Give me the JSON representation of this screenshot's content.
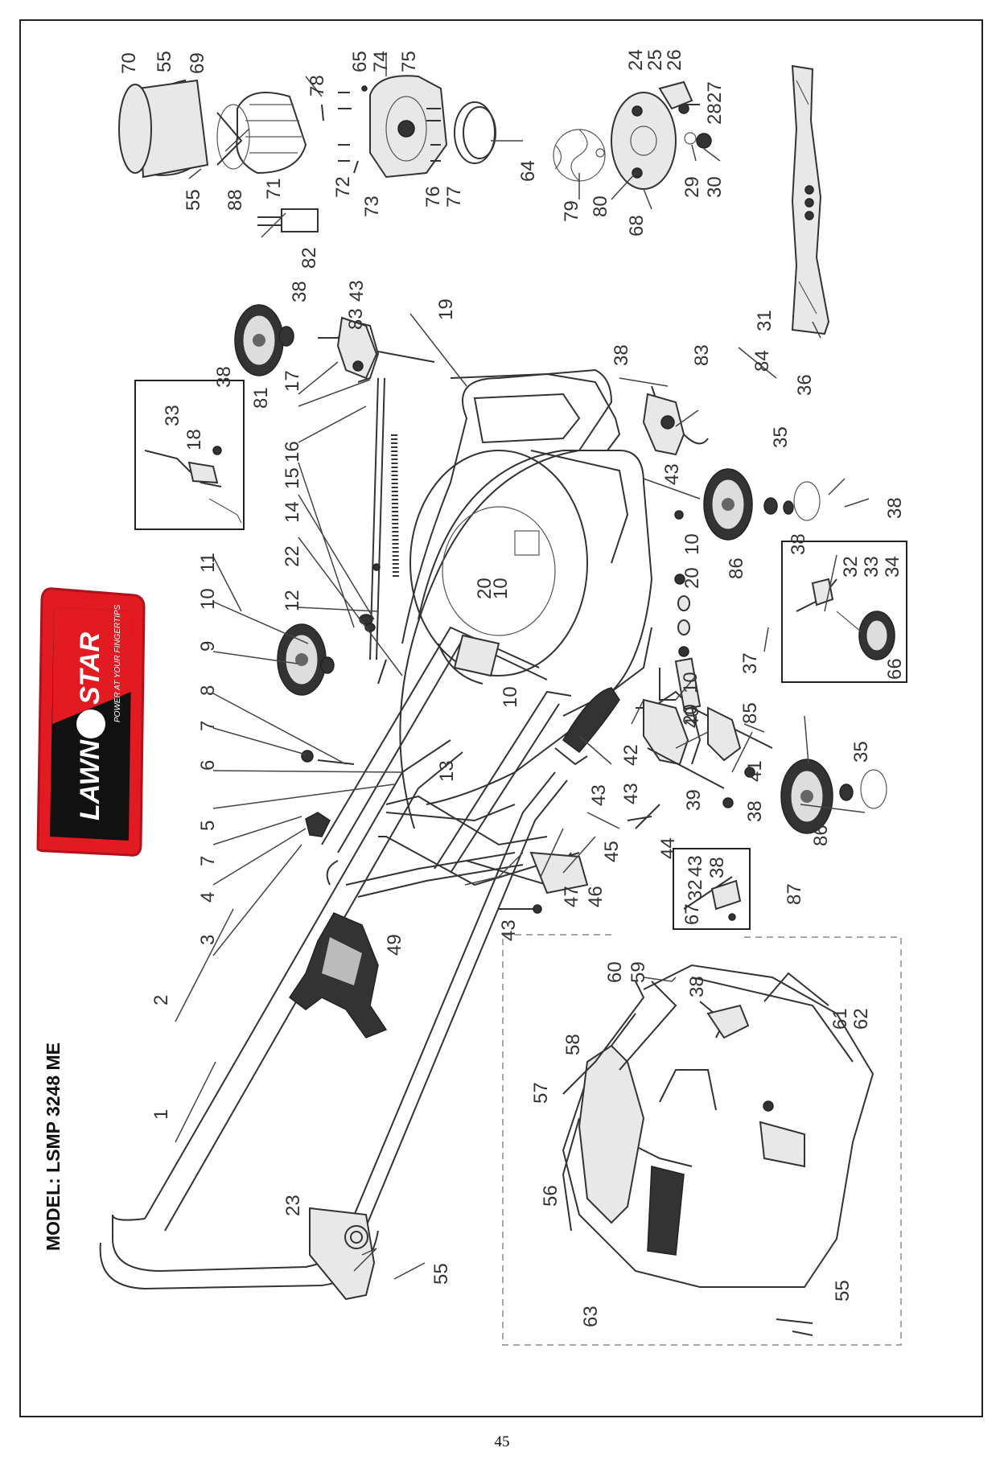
{
  "page": {
    "model_title": "MODEL: LSMP 3248 ME",
    "page_number": "45"
  },
  "logo": {
    "brand_left": "LAWN",
    "brand_right": "STAR",
    "tagline": "POWER AT YOUR FINGERTIPS",
    "colors": {
      "red": "#e21b23",
      "black": "#111111",
      "white": "#ffffff"
    }
  },
  "callouts": [
    "1",
    "2",
    "3",
    "4",
    "5",
    "6",
    "7",
    "7",
    "8",
    "9",
    "10",
    "10",
    "10",
    "10",
    "11",
    "12",
    "13",
    "14",
    "15",
    "16",
    "17",
    "18",
    "19",
    "20",
    "20",
    "22",
    "23",
    "24",
    "25",
    "26",
    "27",
    "28",
    "29",
    "30",
    "31",
    "32",
    "32",
    "33",
    "33",
    "34",
    "35",
    "35",
    "36",
    "37",
    "38",
    "38",
    "38",
    "38",
    "38",
    "38",
    "38",
    "38",
    "39",
    "40",
    "41",
    "42",
    "43",
    "43",
    "43",
    "43",
    "43",
    "43",
    "44",
    "45",
    "46",
    "47",
    "49",
    "55",
    "55",
    "55",
    "55",
    "56",
    "57",
    "58",
    "59",
    "60",
    "61",
    "62",
    "63",
    "64",
    "65",
    "66",
    "67",
    "68",
    "69",
    "70",
    "71",
    "72",
    "73",
    "74",
    "75",
    "76",
    "77",
    "78",
    "79",
    "80",
    "81",
    "82",
    "83",
    "83",
    "84",
    "85",
    "86",
    "86",
    "87",
    "88"
  ]
}
